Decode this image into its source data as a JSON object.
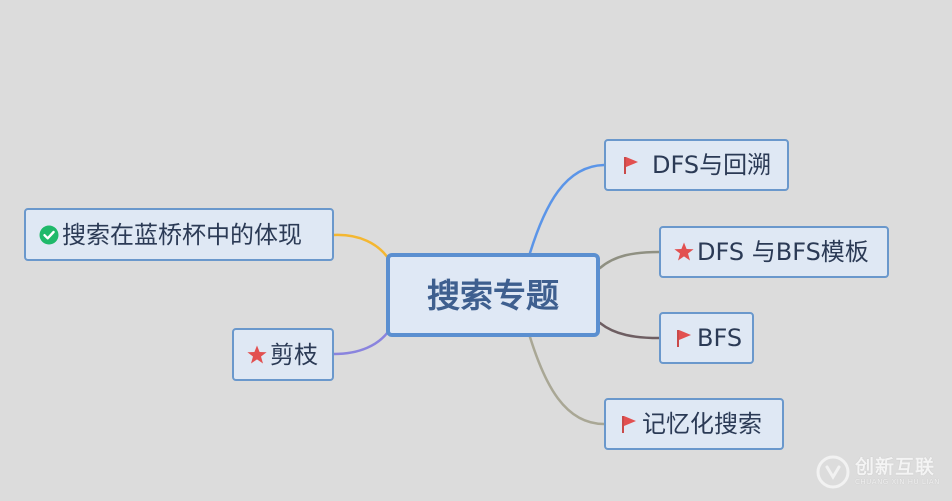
{
  "mindmap": {
    "central": {
      "label": "搜索专题"
    },
    "branches": [
      {
        "label": "DFS与回溯",
        "icon": "red-flag-icon",
        "color": "#e25050"
      },
      {
        "label": "DFS 与BFS模板",
        "icon": "red-star-icon",
        "color": "#e25050"
      },
      {
        "label": "BFS",
        "icon": "red-flag-icon",
        "color": "#e25050"
      },
      {
        "label": "记忆化搜索",
        "icon": "red-flag-icon",
        "color": "#e25050"
      },
      {
        "label": "搜索在蓝桥杯中的体现",
        "icon": "green-check-circle-icon",
        "color": "#1fb96a"
      },
      {
        "label": "剪枝",
        "icon": "red-star-icon",
        "color": "#e25050"
      }
    ],
    "link_colors": [
      "#5b95e8",
      "#8f9082",
      "#6e5e62",
      "#a9a795",
      "#f4b731",
      "#8a84de"
    ]
  },
  "watermark": {
    "text_cn": "创新互联",
    "text_en": "CHUANG XIN HU LIAN"
  }
}
